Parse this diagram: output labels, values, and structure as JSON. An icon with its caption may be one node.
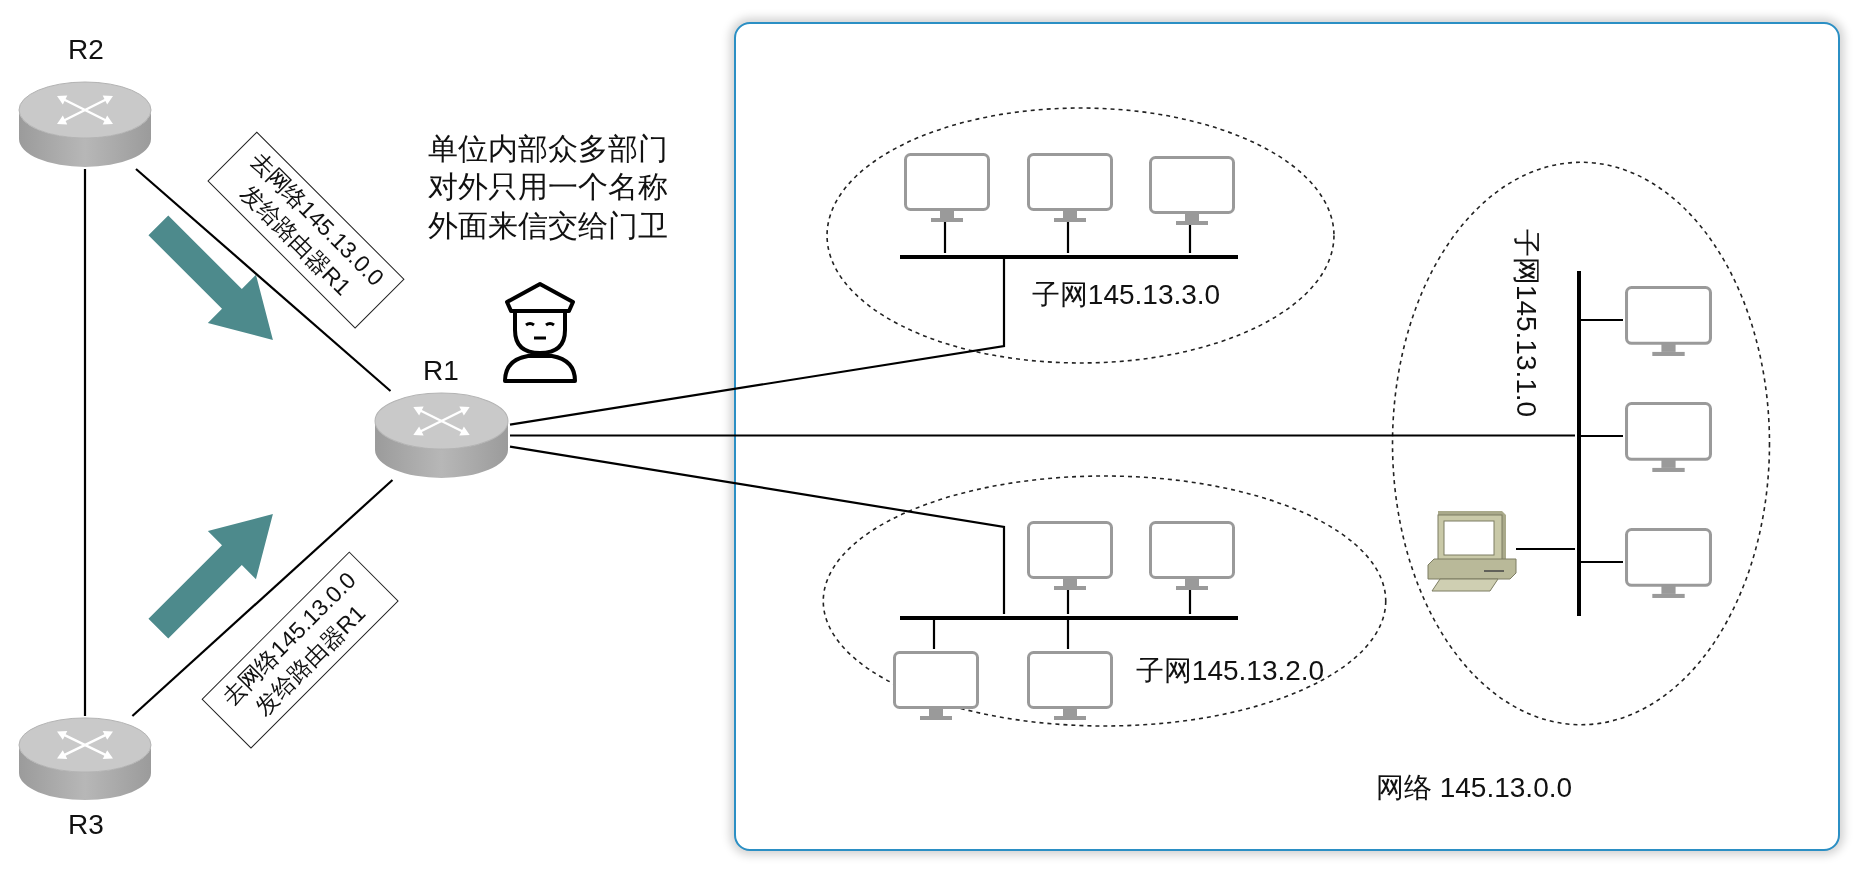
{
  "diagram": {
    "nodes": [
      {
        "text": [
          "R2"
        ]
      },
      {
        "text": [
          "R1"
        ]
      },
      {
        "text": [
          "R3"
        ]
      },
      {
        "text": [
          "网络 145.13.0.0"
        ]
      },
      {
        "text": [
          "子网145.13.3.0"
        ],
        "in": 3
      },
      {
        "text": [],
        "shape": "bar",
        "in": 4
      },
      {
        "text": [],
        "shape": "monitor",
        "in": 4
      },
      {
        "text": [],
        "shape": "monitor",
        "in": 4
      },
      {
        "text": [],
        "shape": "monitor",
        "in": 4
      },
      {
        "text": [
          "子网145.13.1.0"
        ],
        "in": 3
      },
      {
        "text": [],
        "shape": "bar",
        "in": 9
      },
      {
        "text": [],
        "shape": "monitor",
        "in": 9
      },
      {
        "text": [],
        "shape": "monitor",
        "in": 9
      },
      {
        "text": [],
        "shape": "monitor",
        "in": 9
      },
      {
        "text": [],
        "shape": "computer",
        "in": 9
      },
      {
        "text": [
          "子网145.13.2.0"
        ],
        "in": 3
      },
      {
        "text": [],
        "shape": "bar",
        "in": 15
      },
      {
        "text": [],
        "shape": "monitor",
        "in": 15
      },
      {
        "text": [],
        "shape": "monitor",
        "in": 15
      },
      {
        "text": [],
        "shape": "monitor",
        "in": 15
      },
      {
        "text": [],
        "shape": "monitor",
        "in": 15
      }
    ],
    "edges": [
      {
        "from": 0,
        "to": 2,
        "arrow": "none"
      },
      {
        "from": 0,
        "to": 1,
        "arrow": "none",
        "label": "去网络145.13.0.0发给路由器R1"
      },
      {
        "from": 2,
        "to": 1,
        "arrow": "none",
        "label": "去网络145.13.0.0发给路由器R1"
      },
      {
        "from": 1,
        "to": 5,
        "arrow": "none"
      },
      {
        "from": 1,
        "to": 10,
        "arrow": "none"
      },
      {
        "from": 1,
        "to": 16,
        "arrow": "none"
      },
      {
        "from": 10,
        "to": 12,
        "arrow": "none"
      },
      {
        "from": 6,
        "to": 5,
        "arrow": "none"
      },
      {
        "from": 7,
        "to": 5,
        "arrow": "none"
      },
      {
        "from": 8,
        "to": 5,
        "arrow": "none"
      },
      {
        "from": 11,
        "to": 10,
        "arrow": "none"
      },
      {
        "from": 13,
        "to": 10,
        "arrow": "none"
      },
      {
        "from": 14,
        "to": 10,
        "arrow": "none"
      },
      {
        "from": 17,
        "to": 16,
        "arrow": "none"
      },
      {
        "from": 18,
        "to": 16,
        "arrow": "none"
      },
      {
        "from": 19,
        "to": 16,
        "arrow": "none"
      },
      {
        "from": 20,
        "to": 16,
        "arrow": "none"
      }
    ],
    "labels": [
      "单位内部众多部门对外只用一个名称外面来信交给门卫"
    ]
  }
}
